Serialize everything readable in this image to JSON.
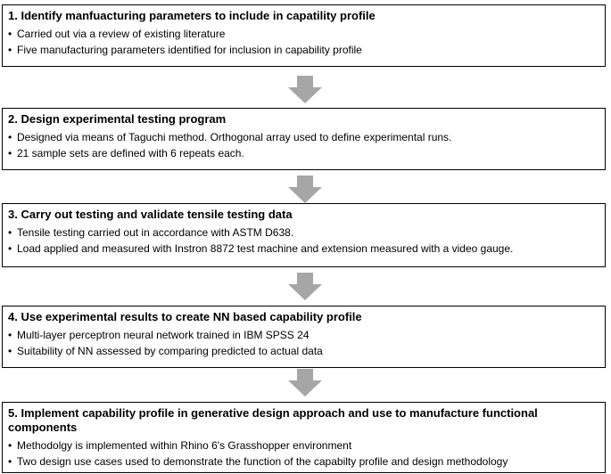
{
  "steps": [
    {
      "title": "1. Identify manfuacturing parameters to include in capatility profile",
      "bullets": [
        "Carried out via a review of existing literature",
        "Five manufacturing parameters identified for inclusion in capability profile"
      ]
    },
    {
      "title": "2. Design experimental testing program",
      "bullets": [
        "Designed via means of Taguchi method.  Orthogonal array used to define experimental runs.",
        "21 sample sets are defined with 6 repeats each."
      ]
    },
    {
      "title": "3. Carry out testing and validate tensile testing data",
      "bullets": [
        "Tensile testing carried out in accordance with ASTM D638.",
        "Load applied and measured with Instron 8872 test machine and extension measured with a video gauge."
      ]
    },
    {
      "title": "4. Use experimental results to create NN based capability profile",
      "bullets": [
        "Multi-layer perceptron neural network trained in IBM SPSS 24",
        "Suitability of NN assessed by comparing predicted to actual data"
      ]
    },
    {
      "title": "5. Implement capability profile in generative design approach and use to manufacture functional components",
      "bullets": [
        "Methodolgy is implemented within Rhino 6's Grasshopper environment",
        "Two design use cases used to demonstrate the function of the capabilty profile and design methodology"
      ]
    }
  ],
  "bullet_symbol": "•",
  "colors": {
    "box_border": "#000000",
    "arrow_fill": "#a6a6a6",
    "background": "#ffffff"
  },
  "icons": {
    "arrow": "down-arrow-icon"
  }
}
